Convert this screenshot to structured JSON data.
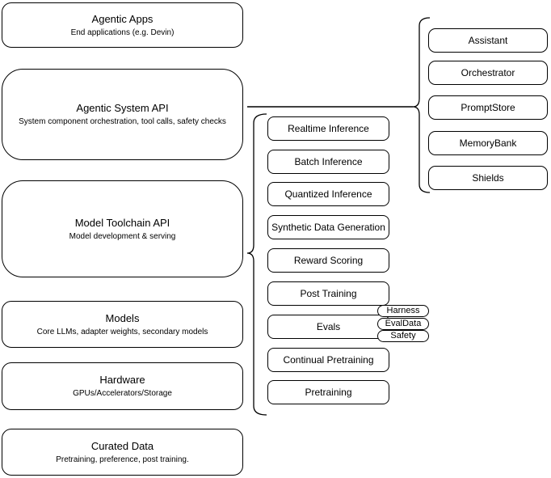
{
  "diagram": {
    "left_column": [
      {
        "title": "Agentic Apps",
        "subtitle": "End applications (e.g. Devin)"
      },
      {
        "title": "Agentic System API",
        "subtitle": "System component orchestration, tool calls, safety checks"
      },
      {
        "title": "Model Toolchain API",
        "subtitle": "Model development & serving"
      },
      {
        "title": "Models",
        "subtitle": "Core LLMs, adapter weights, secondary models"
      },
      {
        "title": "Hardware",
        "subtitle": "GPUs/Accelerators/Storage"
      },
      {
        "title": "Curated Data",
        "subtitle": "Pretraining, preference, post training."
      }
    ],
    "toolchain_components": [
      "Realtime Inference",
      "Batch Inference",
      "Quantized Inference",
      "Synthetic Data Generation",
      "Reward Scoring",
      "Post Training",
      "Evals",
      "Continual Pretraining",
      "Pretraining"
    ],
    "eval_pills": [
      "Harness",
      "EvalData",
      "Safety"
    ],
    "system_components": [
      "Assistant",
      "Orchestrator",
      "PromptStore",
      "MemoryBank",
      "Shields"
    ],
    "colors": {
      "stroke": "#000000",
      "fill": "#ffffff",
      "text": "#000000"
    }
  }
}
